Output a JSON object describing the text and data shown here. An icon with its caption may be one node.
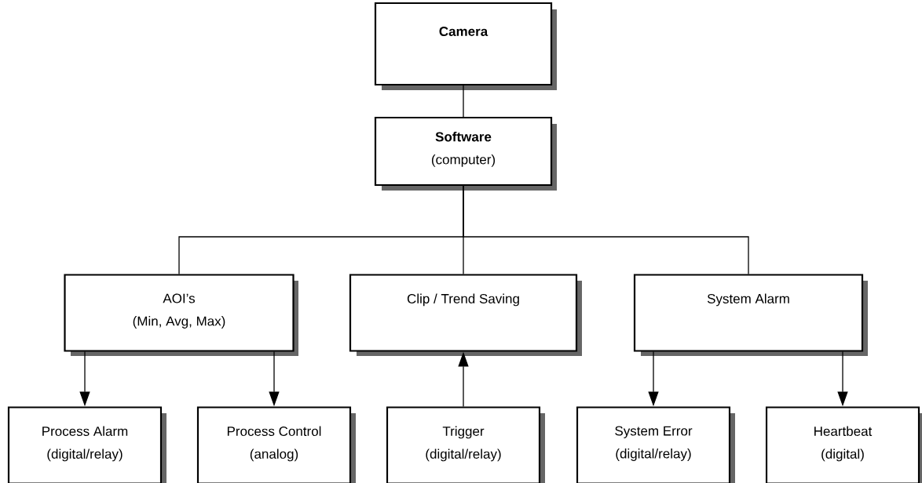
{
  "diagram": {
    "nodes": [
      {
        "text": [
          "Camera"
        ]
      },
      {
        "text": [
          "Software",
          "(computer)"
        ]
      },
      {
        "text": [
          "AOI’s",
          "(Min, Avg, Max)"
        ]
      },
      {
        "text": [
          "Clip / Trend Saving"
        ]
      },
      {
        "text": [
          "System Alarm"
        ]
      },
      {
        "text": [
          "Process Alarm",
          "(digital/relay)"
        ]
      },
      {
        "text": [
          "Process Control",
          "(analog)"
        ]
      },
      {
        "text": [
          "Trigger",
          "(digital/relay)"
        ]
      },
      {
        "text": [
          "System Error",
          "(digital/relay)"
        ]
      },
      {
        "text": [
          "Heartbeat",
          "(digital)"
        ]
      }
    ],
    "edges": [
      {
        "from": 0,
        "to": 1,
        "arrow": "none"
      },
      {
        "from": 1,
        "to": 2,
        "arrow": "none"
      },
      {
        "from": 1,
        "to": 3,
        "arrow": "none"
      },
      {
        "from": 1,
        "to": 4,
        "arrow": "none"
      },
      {
        "from": 2,
        "to": 5,
        "arrow": "to"
      },
      {
        "from": 2,
        "to": 6,
        "arrow": "to"
      },
      {
        "from": 7,
        "to": 3,
        "arrow": "to"
      },
      {
        "from": 4,
        "to": 8,
        "arrow": "to"
      },
      {
        "from": 4,
        "to": 9,
        "arrow": "to"
      }
    ]
  }
}
